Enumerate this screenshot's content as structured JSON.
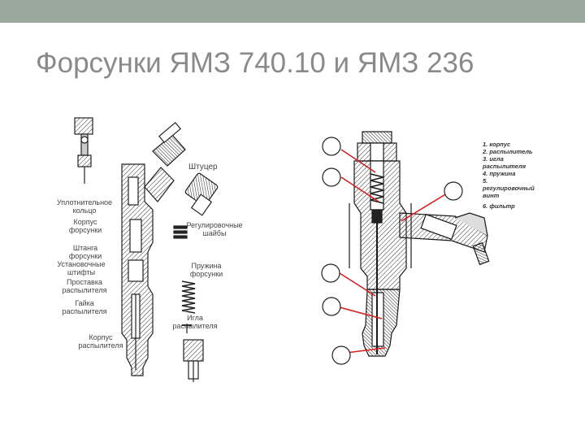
{
  "slide": {
    "title": "Форсунки ЯМЗ 740.10 и ЯМЗ 236"
  },
  "left_figure": {
    "labels": {
      "shtutser": "Штуцер",
      "uplotnitelnoe_koltso": "Уплотнительное кольцо",
      "korpus_forsunki": "Корпус форсунки",
      "shtanga_forsunki": "Штанга форсунки",
      "ustanovochnye_shtifty": "Установочные штифты",
      "prostavka_raspylitelya": "Проставка распылителя",
      "gayka_raspylitelya": "Гайка распылителя",
      "korpus_raspylitelya": "Корпус распылителя",
      "reguliruyushchie_shaiby": "Регулировочные шайбы",
      "pruzhina_forsunki": "Пружина форсунки",
      "igla_raspylitelya": "Игла распылителя"
    }
  },
  "right_figure": {
    "legend": [
      "1. корпус",
      "2. распылитель",
      "3. игла",
      "распылителя",
      "4. пружина",
      "5.",
      "регулировочный",
      "винт",
      "6. фильтр"
    ]
  },
  "colors": {
    "topbar": "#9aa79c",
    "title": "#8a8a8a",
    "callout_red": "#d81e1e"
  }
}
